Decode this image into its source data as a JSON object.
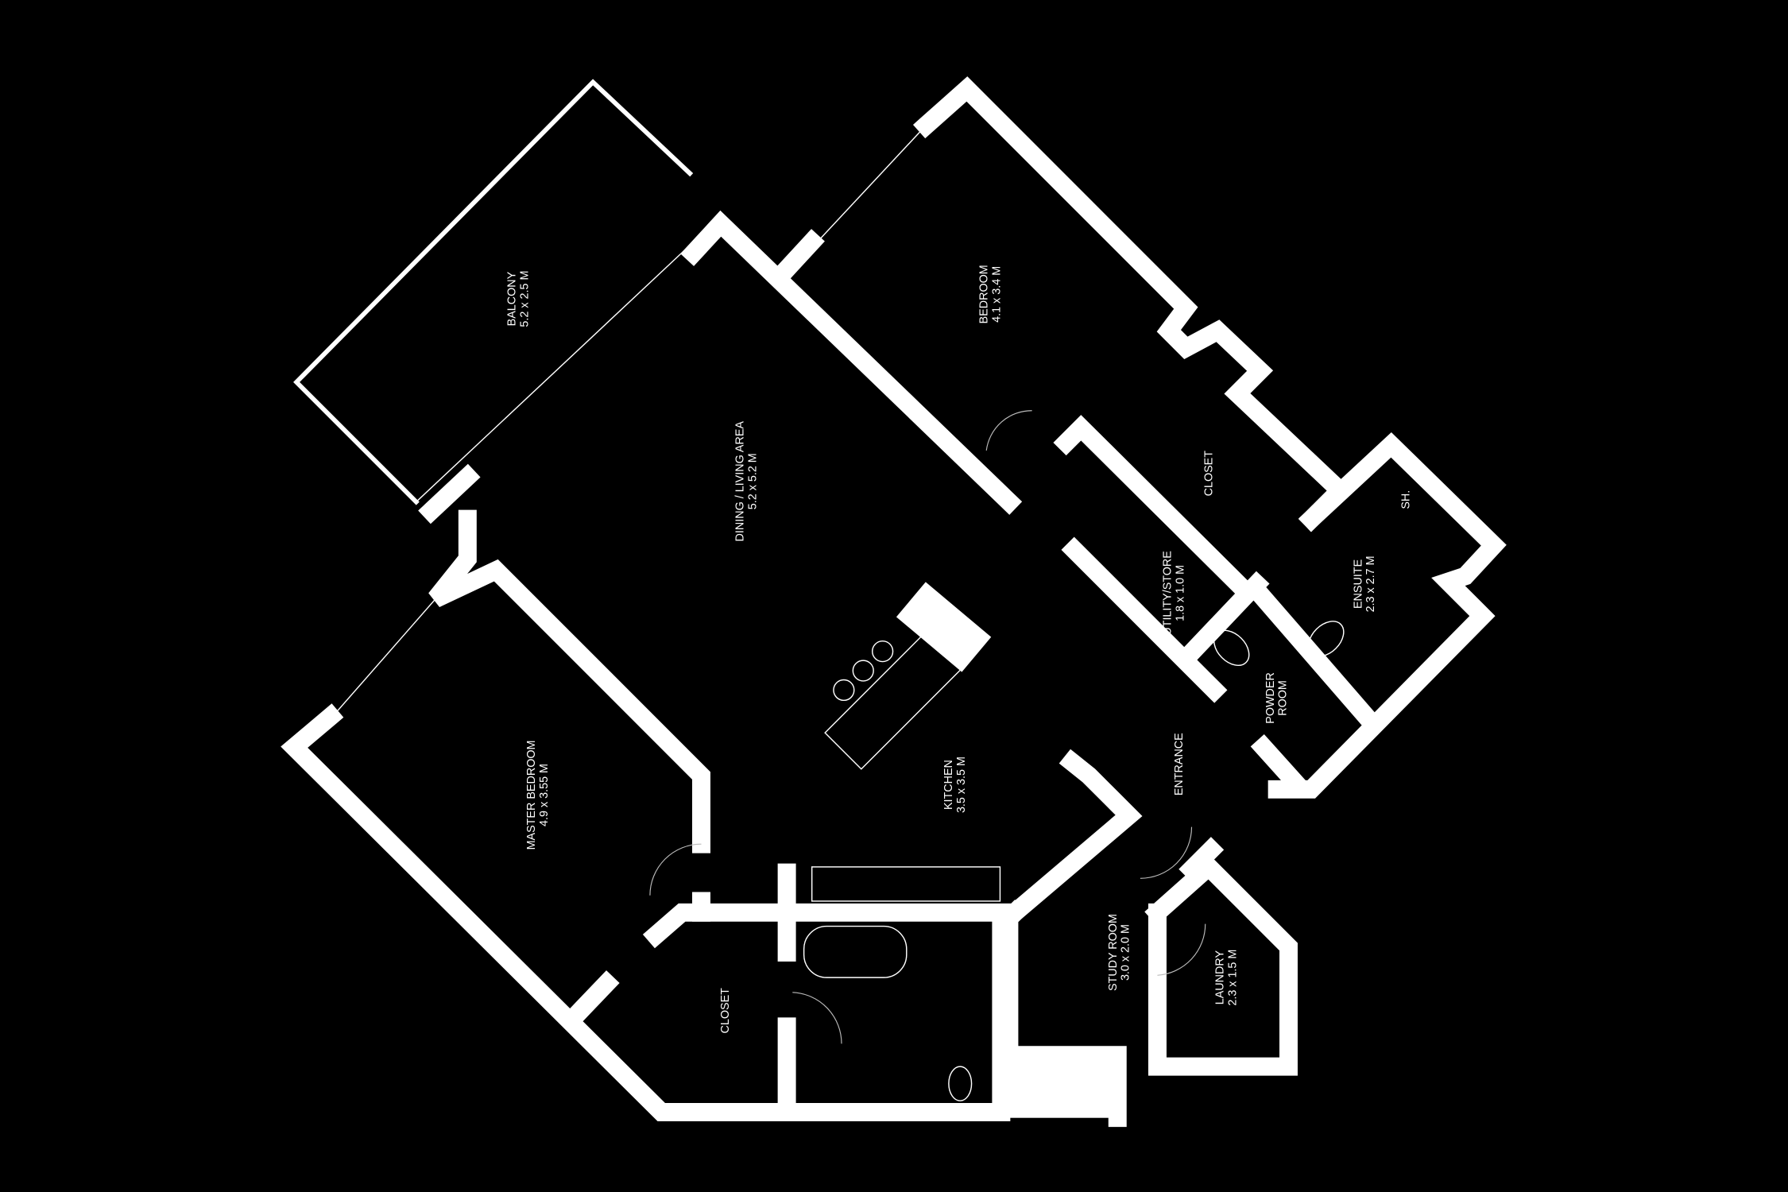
{
  "plan": {
    "colors": {
      "background": "#000000",
      "walls": "#ffffff"
    },
    "rooms": [
      {
        "name": "BALCONY",
        "size": "5.2 x 2.5 M"
      },
      {
        "name": "BEDROOM",
        "size": "4.1 x 3.4 M"
      },
      {
        "name": "DINING / LIVING AREA",
        "size": "5.2 x 5.2 M"
      },
      {
        "name": "CLOSET",
        "size": ""
      },
      {
        "name": "SH.",
        "size": ""
      },
      {
        "name": "ENSUITE",
        "size": "2.3 x 2.7 M"
      },
      {
        "name": "UTILITY/STORE",
        "size": "1.8 x 1.0 M"
      },
      {
        "name": "POWDER",
        "size": "ROOM"
      },
      {
        "name": "ENTRANCE",
        "size": ""
      },
      {
        "name": "KITCHEN",
        "size": "3.5 x 3.5 M"
      },
      {
        "name": "MASTER BEDROOM",
        "size": "4.9 x 3.55 M"
      },
      {
        "name": "CLOSET",
        "size": ""
      },
      {
        "name": "STUDY ROOM",
        "size": "3.0 x 2.0 M"
      },
      {
        "name": "LAUNDRY",
        "size": "2.3 x 1.5 M"
      }
    ]
  }
}
